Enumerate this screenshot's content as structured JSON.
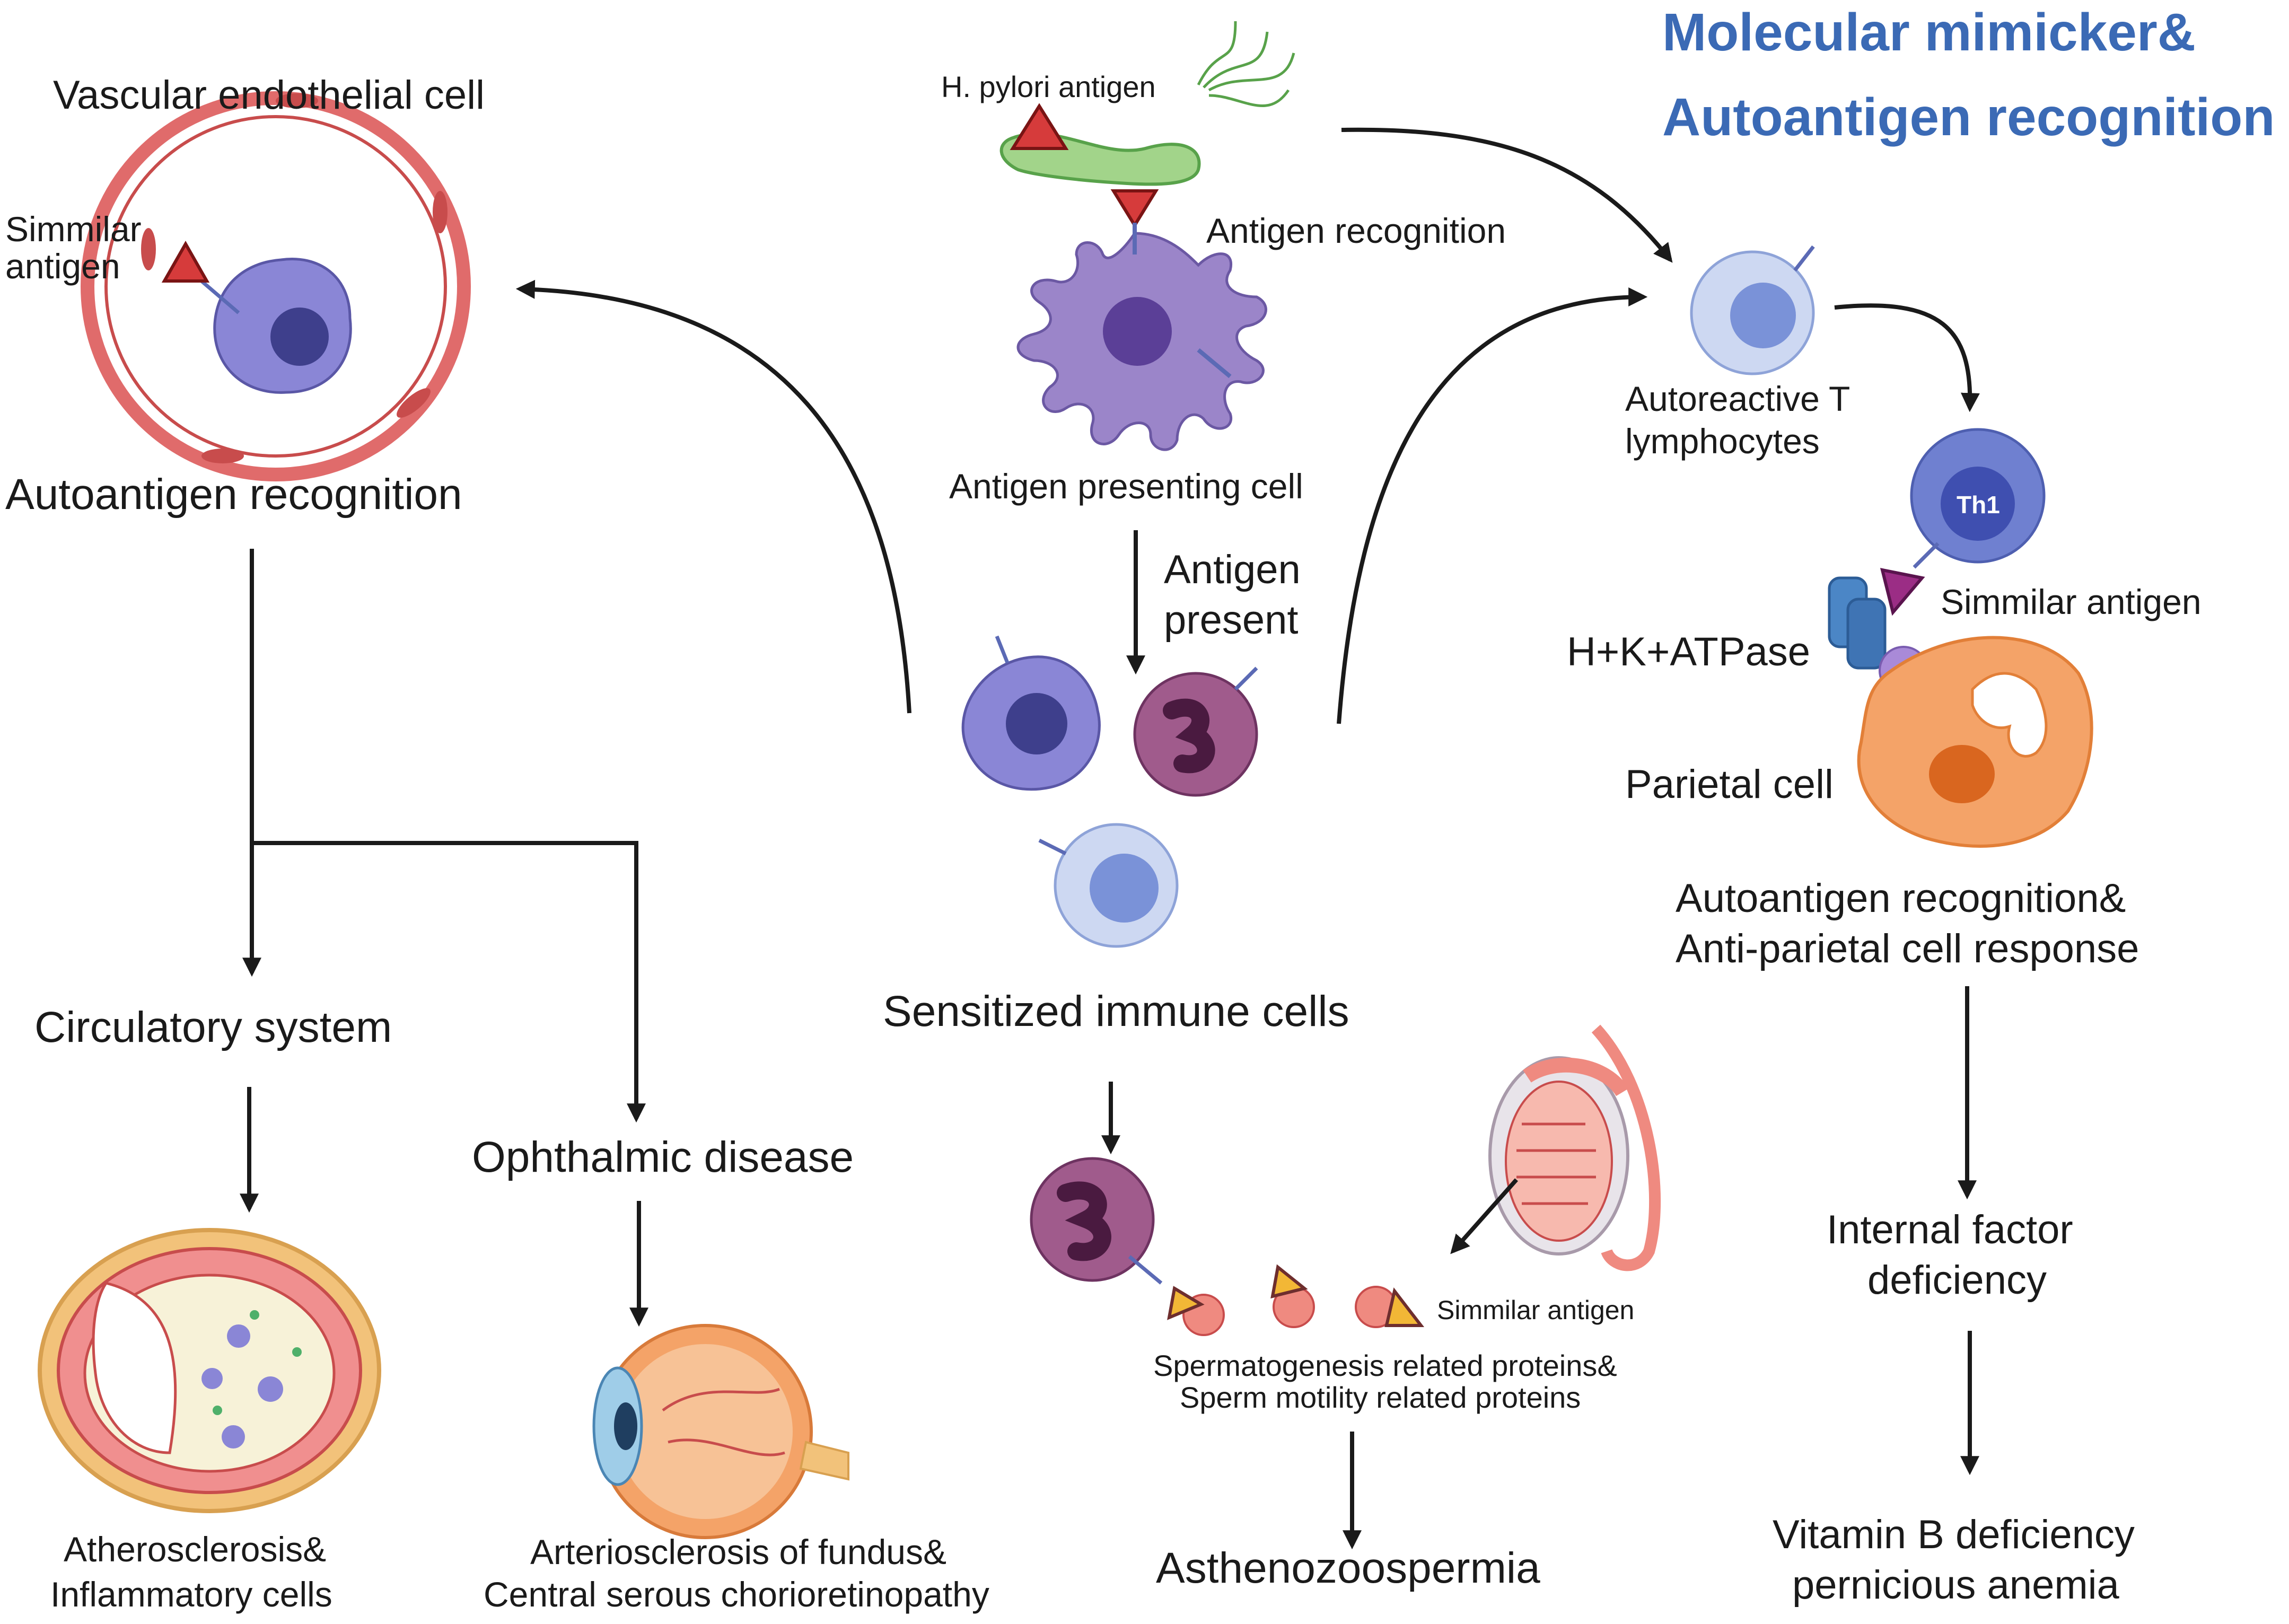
{
  "title": {
    "line1": "Molecular mimicker&",
    "line2": "Autoantigen recognition"
  },
  "center": {
    "pathogen_label": "H. pylori antigen",
    "antigen_recognition": "Antigen recognition",
    "apc_label": "Antigen presenting cell",
    "antigen_present_line1": "Antigen",
    "antigen_present_line2": "present",
    "sensitized_label": "Sensitized immune cells"
  },
  "left": {
    "vessel_label": "Vascular endothelial cell",
    "similar_antigen_line1": "Simmilar",
    "similar_antigen_line2": "antigen",
    "autoantigen_label": "Autoantigen recognition",
    "circulatory_label": "Circulatory system",
    "ophthalmic_label": "Ophthalmic disease",
    "athero_line1": "Atherosclerosis&",
    "athero_line2": "Inflammatory cells",
    "fundus_line1": "Arteriosclerosis of fundus&",
    "fundus_line2": "Central serous chorioretinopathy"
  },
  "right": {
    "t_cell_line1": "Autoreactive T",
    "t_cell_line2": "lymphocytes",
    "th1_label": "Th1",
    "similar_antigen": "Simmilar antigen",
    "atpase_label": "H+K+ATPase",
    "parietal_label": "Parietal cell",
    "response_line1": "Autoantigen recognition&",
    "response_line2": "Anti-parietal cell response",
    "if_line1": "Internal factor",
    "if_line2": "deficiency",
    "vitb_line1": "Vitamin B deficiency",
    "vitb_line2": "pernicious anemia"
  },
  "bottom": {
    "similar_antigen": "Simmilar antigen",
    "proteins_line1": "Spermatogenesis related proteins&",
    "proteins_line2": "Sperm motility related proteins",
    "outcome": "Asthenozoospermia"
  },
  "colors": {
    "title": "#3b6ab5",
    "apc": "#9b85c9",
    "t_cell": "#cdd8f2",
    "neutrophil": "#8c4a78",
    "parietal": "#f4a368",
    "vessel": "#e06b6b",
    "antigen_red": "#d63b3b",
    "antigen_yellow": "#f2b736"
  }
}
